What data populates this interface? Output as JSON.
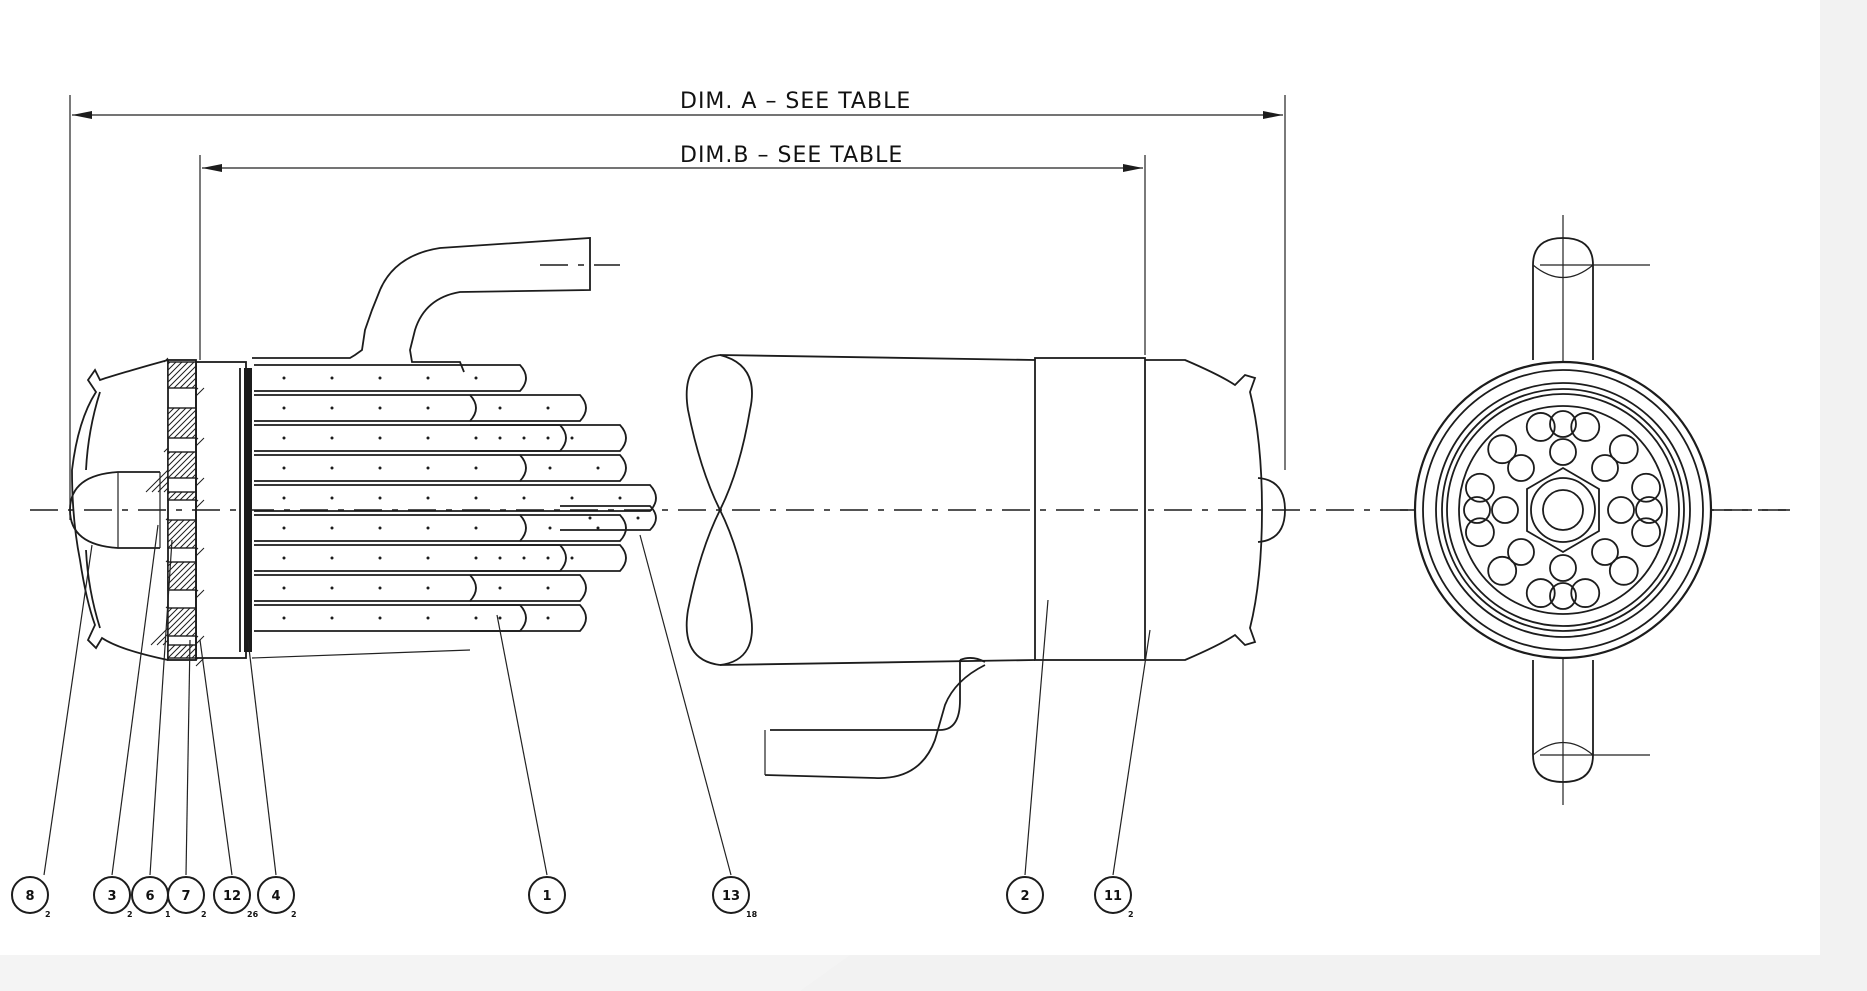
{
  "colors": {
    "ink": "#1c1c1c",
    "paper": "#ffffff",
    "background": "#f4f4f4"
  },
  "dimensions": {
    "dim_a": "DIM. A  –  SEE TABLE",
    "dim_b": "DIM.B  –  SEE TABLE"
  },
  "callouts": [
    {
      "num": "8",
      "qty": "2"
    },
    {
      "num": "3",
      "qty": "2"
    },
    {
      "num": "6",
      "qty": "1"
    },
    {
      "num": "7",
      "qty": "2"
    },
    {
      "num": "12",
      "qty": "26"
    },
    {
      "num": "4",
      "qty": "2"
    },
    {
      "num": "1",
      "qty": ""
    },
    {
      "num": "13",
      "qty": "18"
    },
    {
      "num": "2",
      "qty": ""
    },
    {
      "num": "11",
      "qty": "2"
    }
  ]
}
